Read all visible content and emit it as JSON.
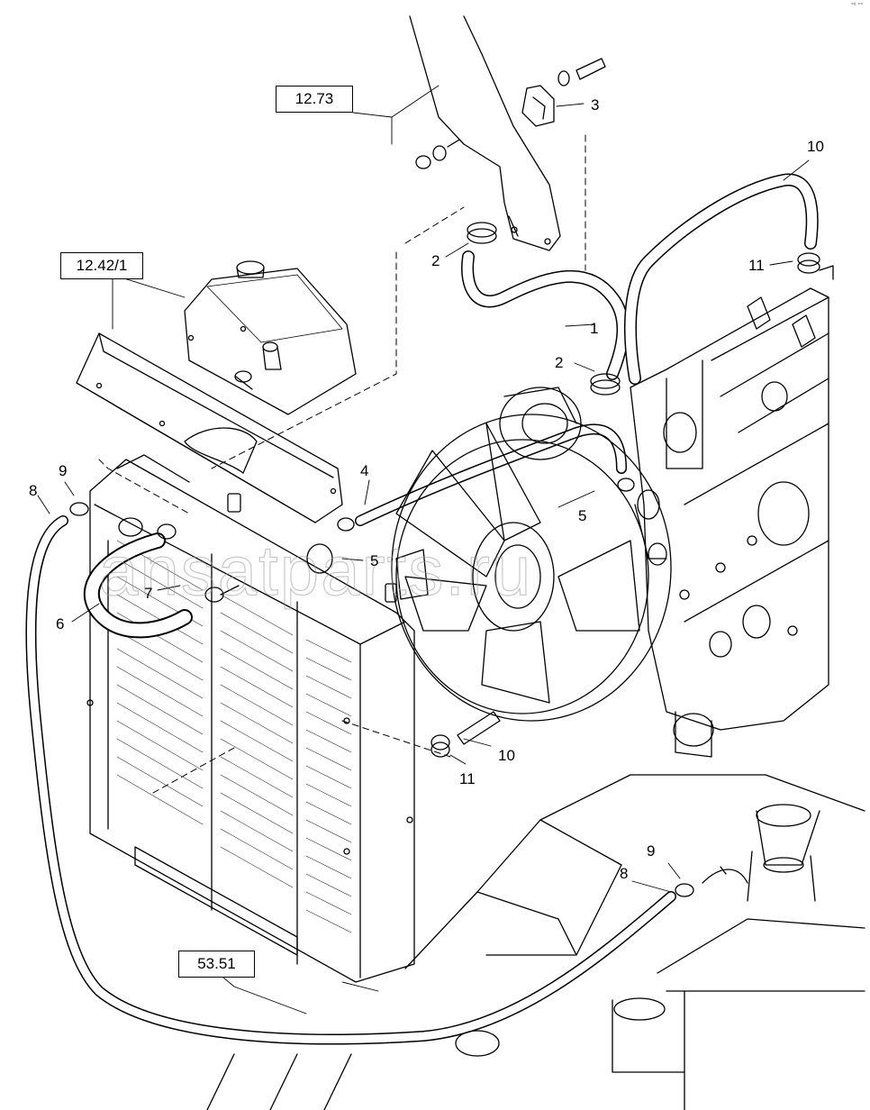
{
  "reference_boxes": [
    {
      "id": "ref-12-73",
      "label": "12.73"
    },
    {
      "id": "ref-12-42-1",
      "label": "12.42/1"
    },
    {
      "id": "ref-53-51",
      "label": "53.51"
    }
  ],
  "callouts": {
    "c1": "1",
    "c2a": "2",
    "c2b": "2",
    "c3": "3",
    "c4": "4",
    "c5a": "5",
    "c5b": "5",
    "c6": "6",
    "c7": "7",
    "c8a": "8",
    "c8b": "8",
    "c9a": "9",
    "c9b": "9",
    "c10a": "10",
    "c10b": "10",
    "c11a": "11",
    "c11b": "11"
  },
  "watermark": "ansatparts.ru",
  "corner_mark": "°⁰ °°"
}
